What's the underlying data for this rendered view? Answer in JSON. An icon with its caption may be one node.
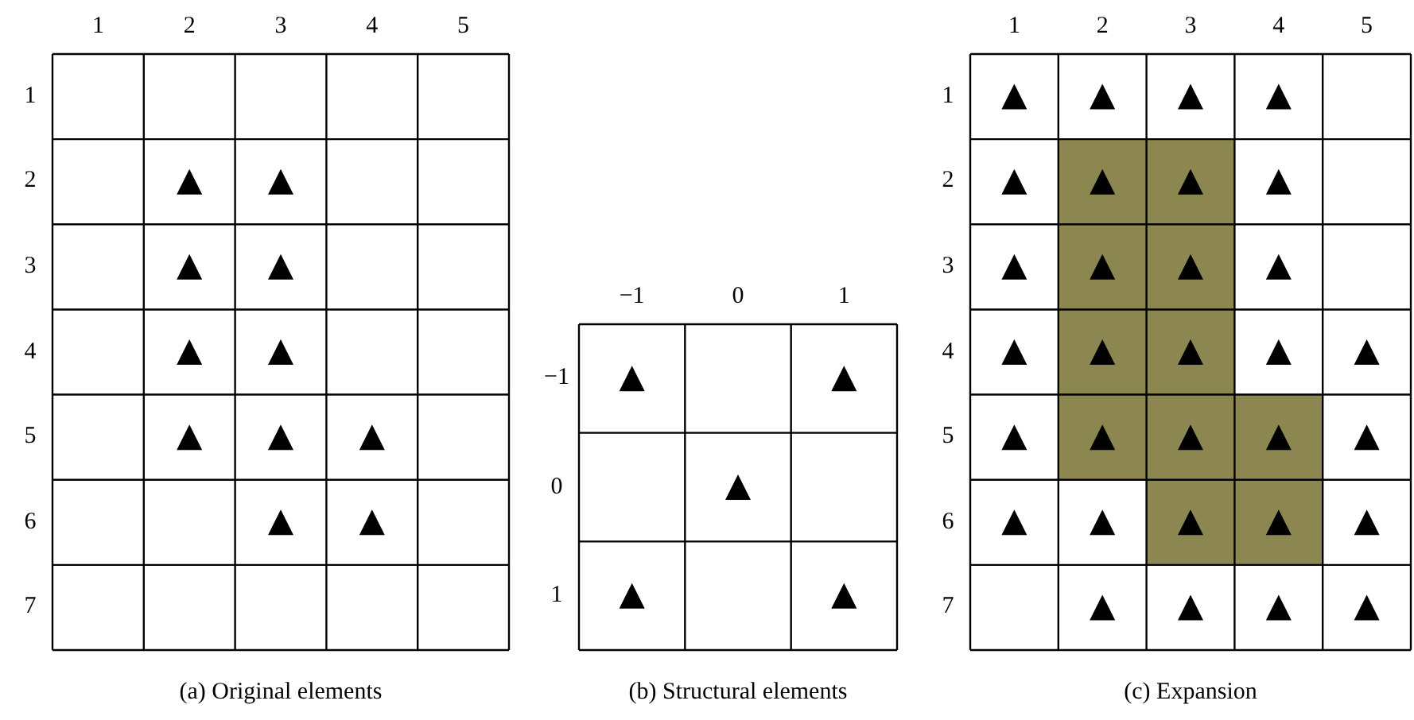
{
  "diagram": {
    "labels": [
      "1",
      "2",
      "3",
      "4",
      "5",
      "1",
      "2",
      "3",
      "4",
      "5",
      "6",
      "7",
      "(a)  Original elements",
      "−1",
      "0",
      "1",
      "−1",
      "0",
      "1",
      "(b)  Structural elements",
      "1",
      "2",
      "3",
      "4",
      "5",
      "1",
      "2",
      "3",
      "4",
      "5",
      "6",
      "7",
      "(c)  Expansion"
    ]
  }
}
